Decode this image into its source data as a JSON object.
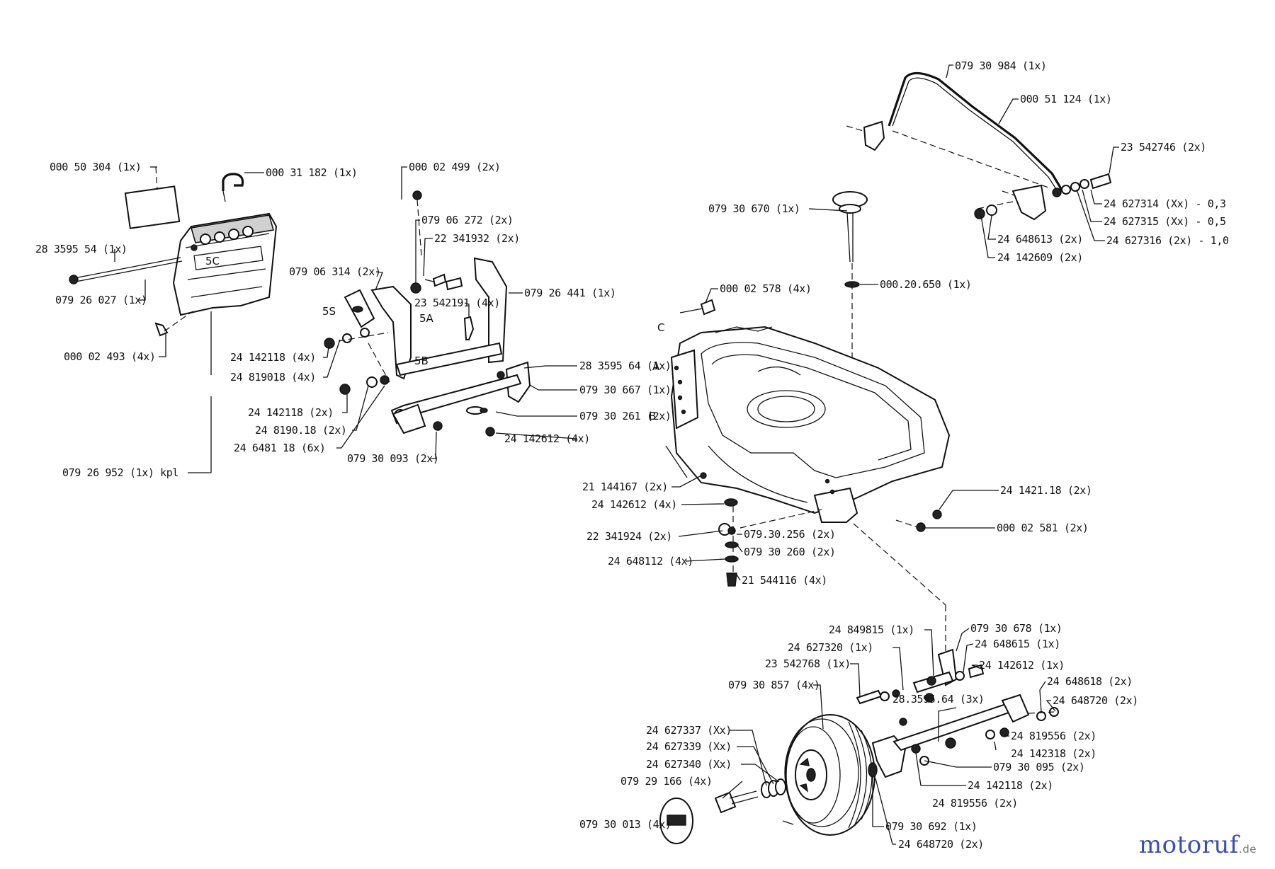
{
  "labels": [
    {
      "id": "l01",
      "text": "079 30 984  (1x)"
    },
    {
      "id": "l02",
      "text": "000 51 124  (1x)"
    },
    {
      "id": "l03",
      "text": "23 542746  (2x)"
    },
    {
      "id": "l04",
      "text": "24 627314 (Xx) - 0,3"
    },
    {
      "id": "l05",
      "text": "24 627315 (Xx) - 0,5"
    },
    {
      "id": "l06",
      "text": "24 627316 (2x) - 1,0"
    },
    {
      "id": "l07",
      "text": "24 648613  (2x)"
    },
    {
      "id": "l08",
      "text": "24 142609  (2x)"
    },
    {
      "id": "l09",
      "text": "079 30 670  (1x)"
    },
    {
      "id": "l10",
      "text": "000.20.650  (1x)"
    },
    {
      "id": "l11",
      "text": "000 02 578  (4x)"
    },
    {
      "id": "l12",
      "text": "000 50 304  (1x)"
    },
    {
      "id": "l13",
      "text": "000 31 182  (1x)"
    },
    {
      "id": "l14",
      "text": "000 02 499  (2x)"
    },
    {
      "id": "l15",
      "text": "079 06 272  (2x)"
    },
    {
      "id": "l16",
      "text": "22 341932  (2x)"
    },
    {
      "id": "l17",
      "text": "079 06 314  (2x)"
    },
    {
      "id": "l18",
      "text": "079 26 441  (1x)"
    },
    {
      "id": "l19",
      "text": "23 542191 (4x)"
    },
    {
      "id": "l20",
      "text": "28 3595 54  (1x)"
    },
    {
      "id": "l21",
      "text": "079 26 027  (1x)"
    },
    {
      "id": "l22",
      "text": "000 02 493  (4x)"
    },
    {
      "id": "l23",
      "text": "24 142118  (4x)"
    },
    {
      "id": "l24",
      "text": "24 819018  (4x)"
    },
    {
      "id": "l25",
      "text": "24 142118  (2x)"
    },
    {
      "id": "l26",
      "text": "24 8190.18  (2x)"
    },
    {
      "id": "l27",
      "text": "24 6481 18  (6x)"
    },
    {
      "id": "l28",
      "text": "079 30 093  (2x)"
    },
    {
      "id": "l29",
      "text": "28 3595 64  (1x)"
    },
    {
      "id": "l30",
      "text": "079 30 667  (1x)"
    },
    {
      "id": "l31",
      "text": "079 30 261  (2x)"
    },
    {
      "id": "l32",
      "text": "24 142612  (4x)"
    },
    {
      "id": "l33",
      "text": "079 26 952 (1x) kpl"
    },
    {
      "id": "l34",
      "text": "21 144167  (2x)"
    },
    {
      "id": "l35",
      "text": "24 142612  (4x)"
    },
    {
      "id": "l36",
      "text": "22 341924  (2x)"
    },
    {
      "id": "l37",
      "text": "079.30.256  (2x)"
    },
    {
      "id": "l38",
      "text": "079 30 260  (2x)"
    },
    {
      "id": "l39",
      "text": "24 648112  (4x)"
    },
    {
      "id": "l40",
      "text": "21 544116  (4x)"
    },
    {
      "id": "l41",
      "text": "24 1421.18  (2x)"
    },
    {
      "id": "l42",
      "text": "000 02 581  (2x)"
    },
    {
      "id": "l43",
      "text": "24 849815  (1x)"
    },
    {
      "id": "l44",
      "text": "079 30 678  (1x)"
    },
    {
      "id": "l45",
      "text": "24 627320  (1x)"
    },
    {
      "id": "l46",
      "text": "24 648615  (1x)"
    },
    {
      "id": "l47",
      "text": "23 542768  (1x)"
    },
    {
      "id": "l48",
      "text": "24 142612  (1x)"
    },
    {
      "id": "l49",
      "text": "079 30 857  (4x)"
    },
    {
      "id": "l50",
      "text": "24 648618  (2x)"
    },
    {
      "id": "l51",
      "text": "24 648720  (2x)"
    },
    {
      "id": "l52",
      "text": "28.3595.64 (3x)"
    },
    {
      "id": "l53",
      "text": "24 627337  (Xx)"
    },
    {
      "id": "l54",
      "text": "24 627339  (Xx)"
    },
    {
      "id": "l55",
      "text": "24 627340  (Xx)"
    },
    {
      "id": "l56",
      "text": "24 819556  (2x)"
    },
    {
      "id": "l57",
      "text": "24 142318  (2x)"
    },
    {
      "id": "l58",
      "text": "079 29 166  (4x)"
    },
    {
      "id": "l59",
      "text": "079 30 095  (2x)"
    },
    {
      "id": "l60",
      "text": "24 142118  (2x)"
    },
    {
      "id": "l61",
      "text": "24 819556  (2x)"
    },
    {
      "id": "l62",
      "text": "079 30 013  (4x)"
    },
    {
      "id": "l63",
      "text": "079 30 692  (1x)"
    },
    {
      "id": "l64",
      "text": "24 648720  (2x)"
    }
  ],
  "markers": {
    "C": "C",
    "A": "A",
    "B": "B",
    "m5C": "5C",
    "m5A": "5A",
    "m5B": "5B",
    "m5S": "5S"
  },
  "watermark": {
    "brand": "motoruf",
    "tld": ".de",
    "color": "#3a4fa8"
  }
}
